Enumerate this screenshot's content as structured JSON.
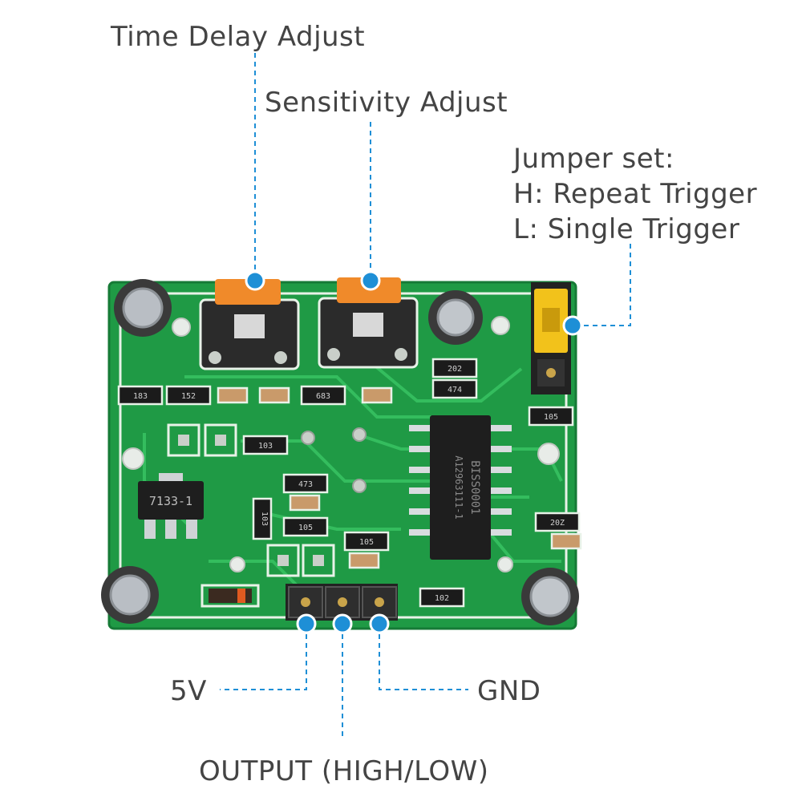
{
  "labels": {
    "time_delay": "Time Delay Adjust",
    "sensitivity": "Sensitivity Adjust",
    "jumper_title": "Jumper set:",
    "jumper_h": "H: Repeat Trigger",
    "jumper_l": "L: Single Trigger",
    "pin_5v": "5V",
    "pin_gnd": "GND",
    "pin_output": "OUTPUT (HIGH/LOW)"
  },
  "board": {
    "ic_line1": "BISS0001",
    "ic_line2": "A12963111-1",
    "regulator": "7133-1",
    "resistor_codes": [
      "183",
      "152",
      "683",
      "103",
      "473",
      "103",
      "105",
      "105",
      "202",
      "474",
      "105",
      "20Z",
      "102"
    ]
  },
  "colors": {
    "pcb": "#1f9a45",
    "pcb_dark": "#137a33",
    "trace": "#2bb556",
    "silk": "#f2f7f2",
    "accent_dot": "#1e8fd6",
    "pot_knob": "#f08a2a",
    "jumper": "#f2c21b",
    "label_text": "#444444"
  }
}
